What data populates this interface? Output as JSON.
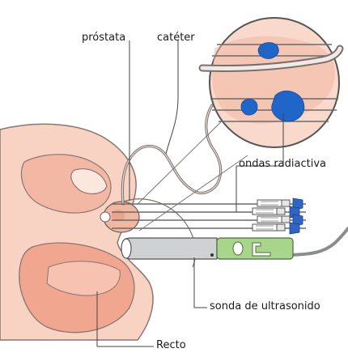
{
  "labels": {
    "prostate": "próstata",
    "catheter": "catéter",
    "radioactive_waves": "ondas radiactiva",
    "ultrasound_probe": "sonda de ultrasonido",
    "rectum": "Recto"
  },
  "colors": {
    "tissue": "#f6c9b6",
    "tissue_dark": "#ee9e86",
    "outline": "#7a6a66",
    "prostate_fill": "#f2b7a1",
    "seed_blue": "#1f66c8",
    "probe_green": "#9ccf7e",
    "probe_gray": "#c6c8ca",
    "cable": "#8a8d90",
    "magnifier_fill": "#f9d9cc"
  }
}
